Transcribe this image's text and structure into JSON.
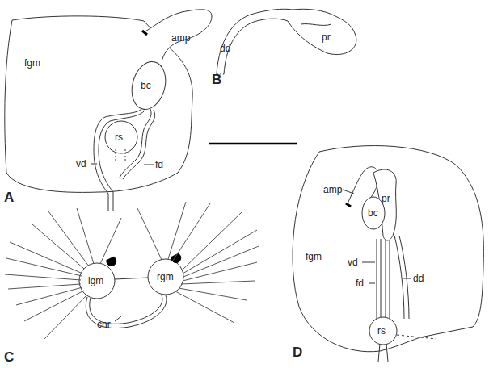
{
  "diagram": {
    "labels": [
      "amp",
      "fgm",
      "bc",
      "vd",
      "rs",
      "fd",
      "A",
      "dd",
      "pr",
      "B",
      "lgm",
      "rgm",
      "cnr",
      "C",
      "amp",
      "pr",
      "bc",
      "fgm",
      "vd",
      "fd",
      "dd",
      "rs",
      "D"
    ]
  }
}
